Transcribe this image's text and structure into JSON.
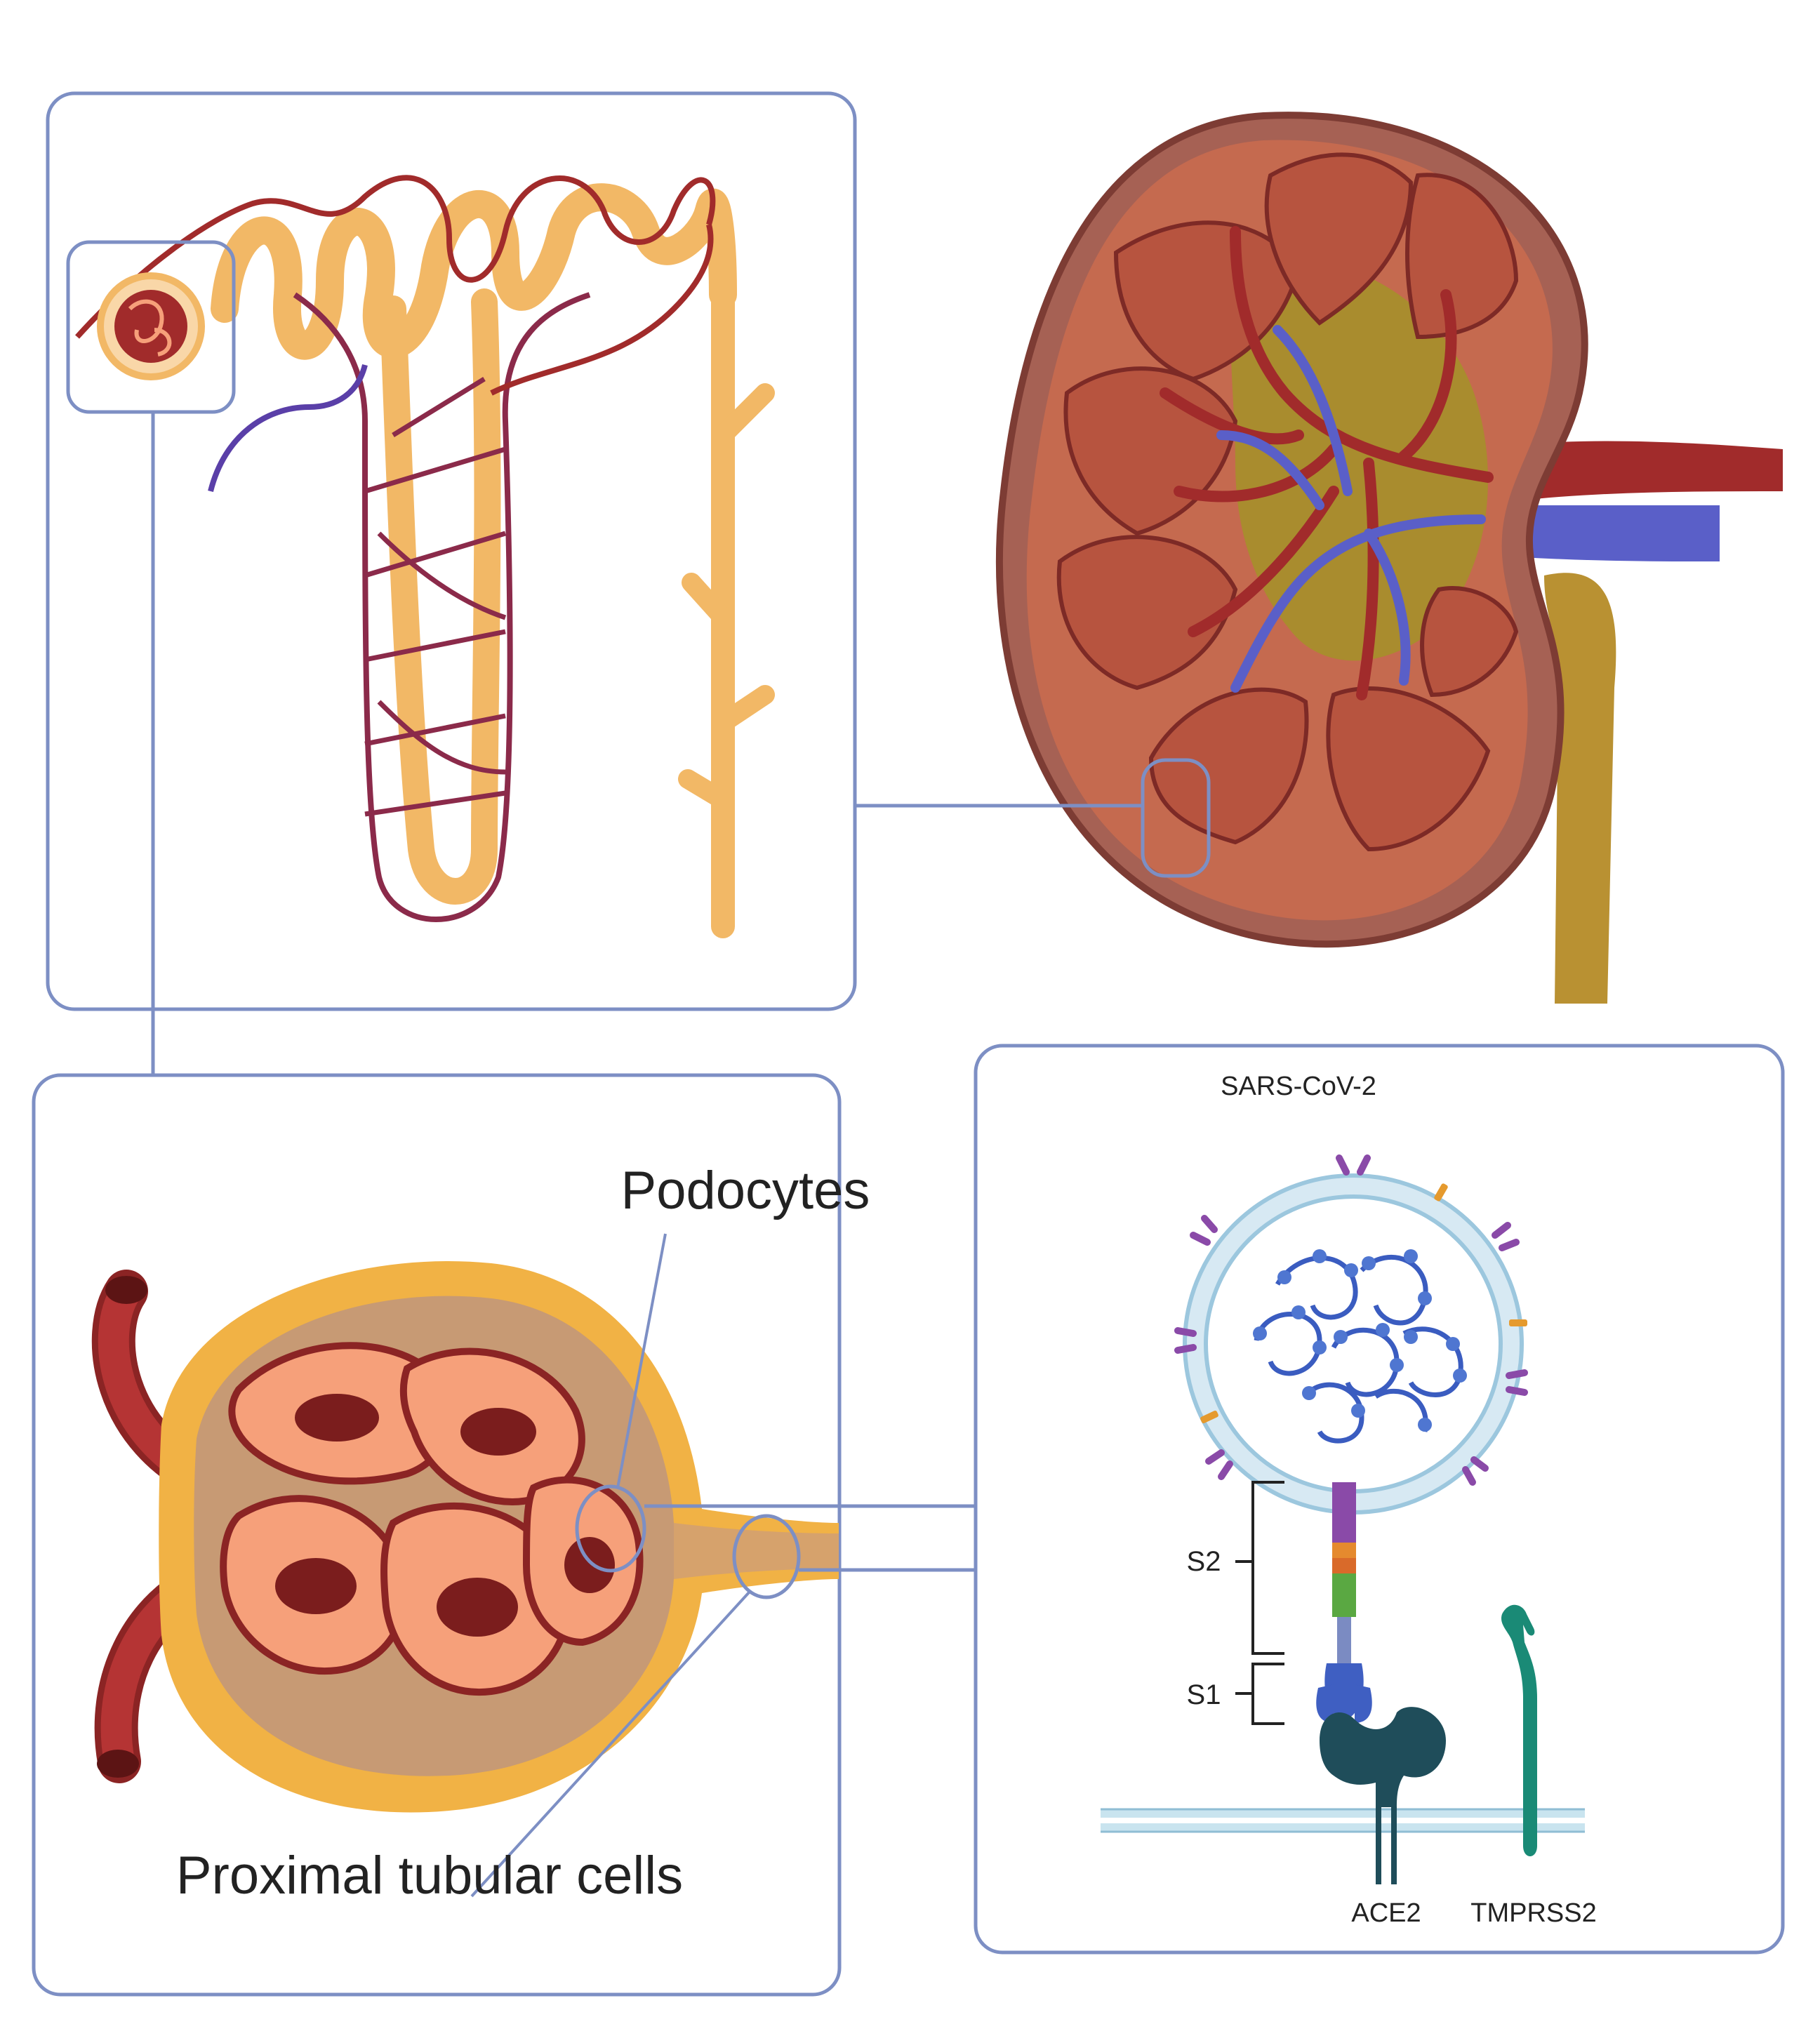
{
  "labels": {
    "podocytes": "Podocytes",
    "proximal_tubular_cells": "Proximal tubular cells",
    "virus": "SARS-CoV-2",
    "s2": "S2",
    "s1": "S1",
    "ace2": "ACE2",
    "tmprss2": "TMPRSS2"
  },
  "colors": {
    "panel_border": "#7d8fc4",
    "artery": "#a12b2b",
    "vein": "#5a5fc8",
    "tubule": "#f2b866",
    "kidney_cortex": "#c56a4f",
    "ureter": "#b99132",
    "glomerulus_pink": "#f6a07a",
    "ace2": "#1f4d5a",
    "tmprss2": "#1a8a76",
    "spike_s2_purple": "#8a4aa8",
    "spike_s2_orange": "#e58a2e",
    "spike_s2_green": "#5aa842",
    "spike_s1_blue": "#3f5fc2",
    "virus_membrane": "#d7e9f3",
    "rna": "#3a5cc0"
  }
}
